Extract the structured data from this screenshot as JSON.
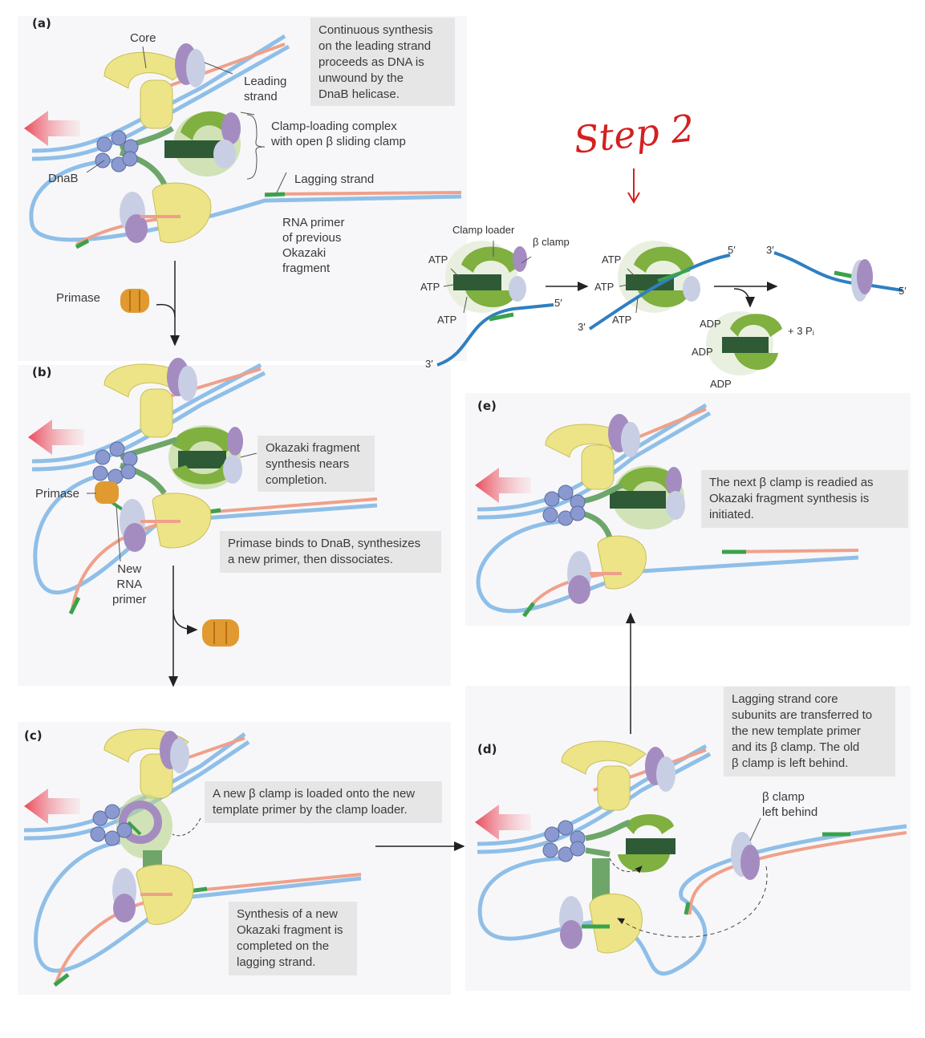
{
  "panels": {
    "a": "(a)",
    "b": "(b)",
    "c": "(c)",
    "d": "(d)",
    "e": "(e)"
  },
  "panel_a": {
    "core": "Core",
    "leading_strand": [
      "Leading",
      "strand"
    ],
    "box": [
      "Continuous synthesis",
      "on the leading strand",
      "proceeds as DNA is",
      "unwound by the",
      "DnaB helicase."
    ],
    "clamp_loading": [
      "Clamp-loading complex",
      "with open β sliding clamp"
    ],
    "dnab": "DnaB",
    "lagging_strand": "Lagging strand",
    "rna_primer": [
      "RNA primer",
      "of previous",
      "Okazaki",
      "fragment"
    ],
    "primase": "Primase"
  },
  "panel_b": {
    "box1": [
      "Okazaki fragment",
      "synthesis nears",
      "completion."
    ],
    "primase": "Primase",
    "new_rna_primer": [
      "New",
      "RNA",
      "primer"
    ],
    "box2": [
      "Primase binds to DnaB, synthesizes",
      "a new primer, then dissociates."
    ]
  },
  "panel_c": {
    "box1": [
      "A new β clamp is loaded onto the new",
      "template primer by the clamp loader."
    ],
    "box2": [
      "Synthesis of a new",
      "Okazaki fragment is",
      "completed on the",
      "lagging strand."
    ]
  },
  "panel_d": {
    "box": [
      "Lagging strand core",
      "subunits are transferred to",
      "the new template primer",
      "and its β clamp. The old",
      "β clamp is left behind."
    ],
    "clamp_left": [
      "β clamp",
      "left behind"
    ]
  },
  "panel_e": {
    "box": [
      "The next β clamp is readied as",
      "Okazaki fragment synthesis is",
      "initiated."
    ]
  },
  "inset": {
    "clamp_loader": "Clamp loader",
    "beta_clamp": "β clamp",
    "atp": "ATP",
    "adp": "ADP",
    "pi": "+ 3 Pᵢ",
    "five_prime": "5′",
    "three_prime": "3′"
  },
  "annotation": {
    "step": "Step 2"
  },
  "colors": {
    "template_blue": "#8fbfe8",
    "new_strand_salmon": "#f0a08a",
    "rna_primer_green": "#3aa24a",
    "core_yellow": "#ece487",
    "clamp_loader_green": "#7fb040",
    "beta_clamp_purple": "#a48cc0",
    "dnab_blue": "#8a9ad0",
    "primase_orange": "#e09a30",
    "step_red": "#d42020"
  }
}
